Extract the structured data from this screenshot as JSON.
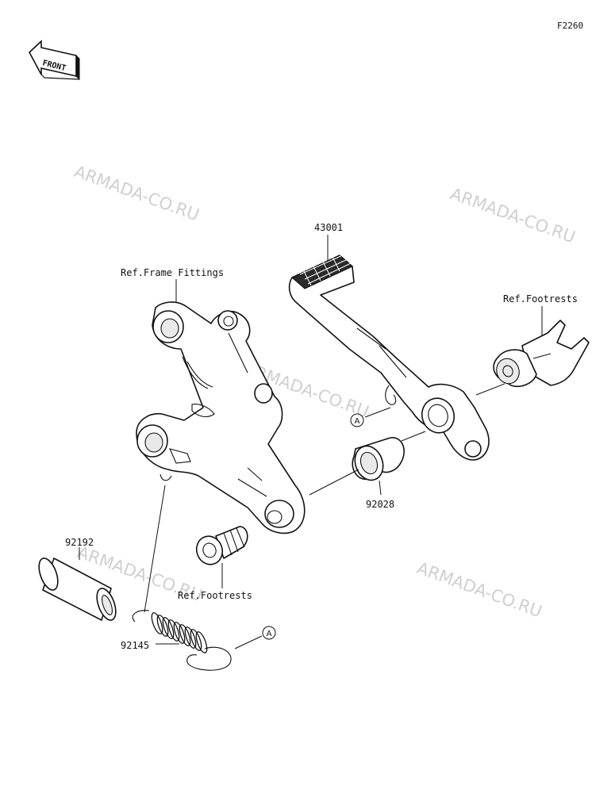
{
  "figure_code": "F2260",
  "front_label": "FRONT",
  "watermark": "ARMADA-CO.RU",
  "parts": {
    "pedal": "43001",
    "collar": "92028",
    "sleeve": "92192",
    "spring": "92145"
  },
  "references": {
    "frame": "Ref.Frame Fittings",
    "footrests_upper": "Ref.Footrests",
    "footrests_lower": "Ref.Footrests"
  },
  "connector_label": "A",
  "colors": {
    "line": "#111111",
    "watermark": "#cfcfcf",
    "background": "#ffffff"
  }
}
